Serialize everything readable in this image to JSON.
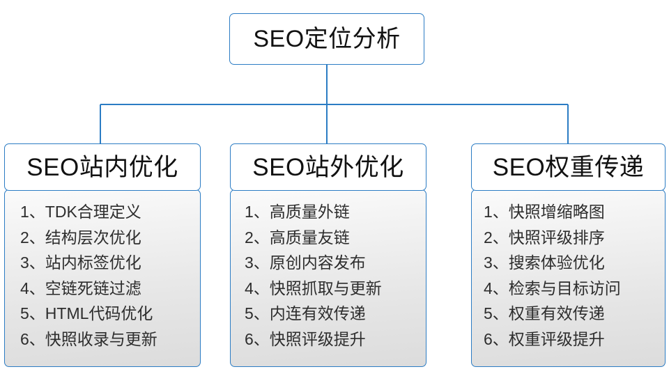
{
  "diagram": {
    "type": "org-chart",
    "accent_color": "#2b7cc4",
    "root": {
      "label": "SEO定位分析"
    },
    "branches": [
      {
        "id": "on-site",
        "header": "SEO站内优化",
        "items": [
          {
            "index": "1、",
            "text": "TDK合理定义"
          },
          {
            "index": "2、",
            "text": "结构层次优化"
          },
          {
            "index": "3、",
            "text": "站内标签优化"
          },
          {
            "index": "4、",
            "text": "空链死链过滤"
          },
          {
            "index": "5、",
            "text": "HTML代码优化"
          },
          {
            "index": "6、",
            "text": "快照收录与更新"
          }
        ]
      },
      {
        "id": "off-site",
        "header": "SEO站外优化",
        "items": [
          {
            "index": "1、",
            "text": "高质量外链"
          },
          {
            "index": "2、",
            "text": "高质量友链"
          },
          {
            "index": "3、",
            "text": "原创内容发布"
          },
          {
            "index": "4、",
            "text": "快照抓取与更新"
          },
          {
            "index": "5、",
            "text": "内连有效传递"
          },
          {
            "index": "6、",
            "text": "快照评级提升"
          }
        ]
      },
      {
        "id": "weight-transfer",
        "header": "SEO权重传递",
        "items": [
          {
            "index": "1、",
            "text": "快照增缩略图"
          },
          {
            "index": "2、",
            "text": "快照评级排序"
          },
          {
            "index": "3、",
            "text": "搜索体验优化"
          },
          {
            "index": "4、",
            "text": "检索与目标访问"
          },
          {
            "index": "5、",
            "text": "权重有效传递"
          },
          {
            "index": "6、",
            "text": "权重评级提升"
          }
        ]
      }
    ]
  }
}
